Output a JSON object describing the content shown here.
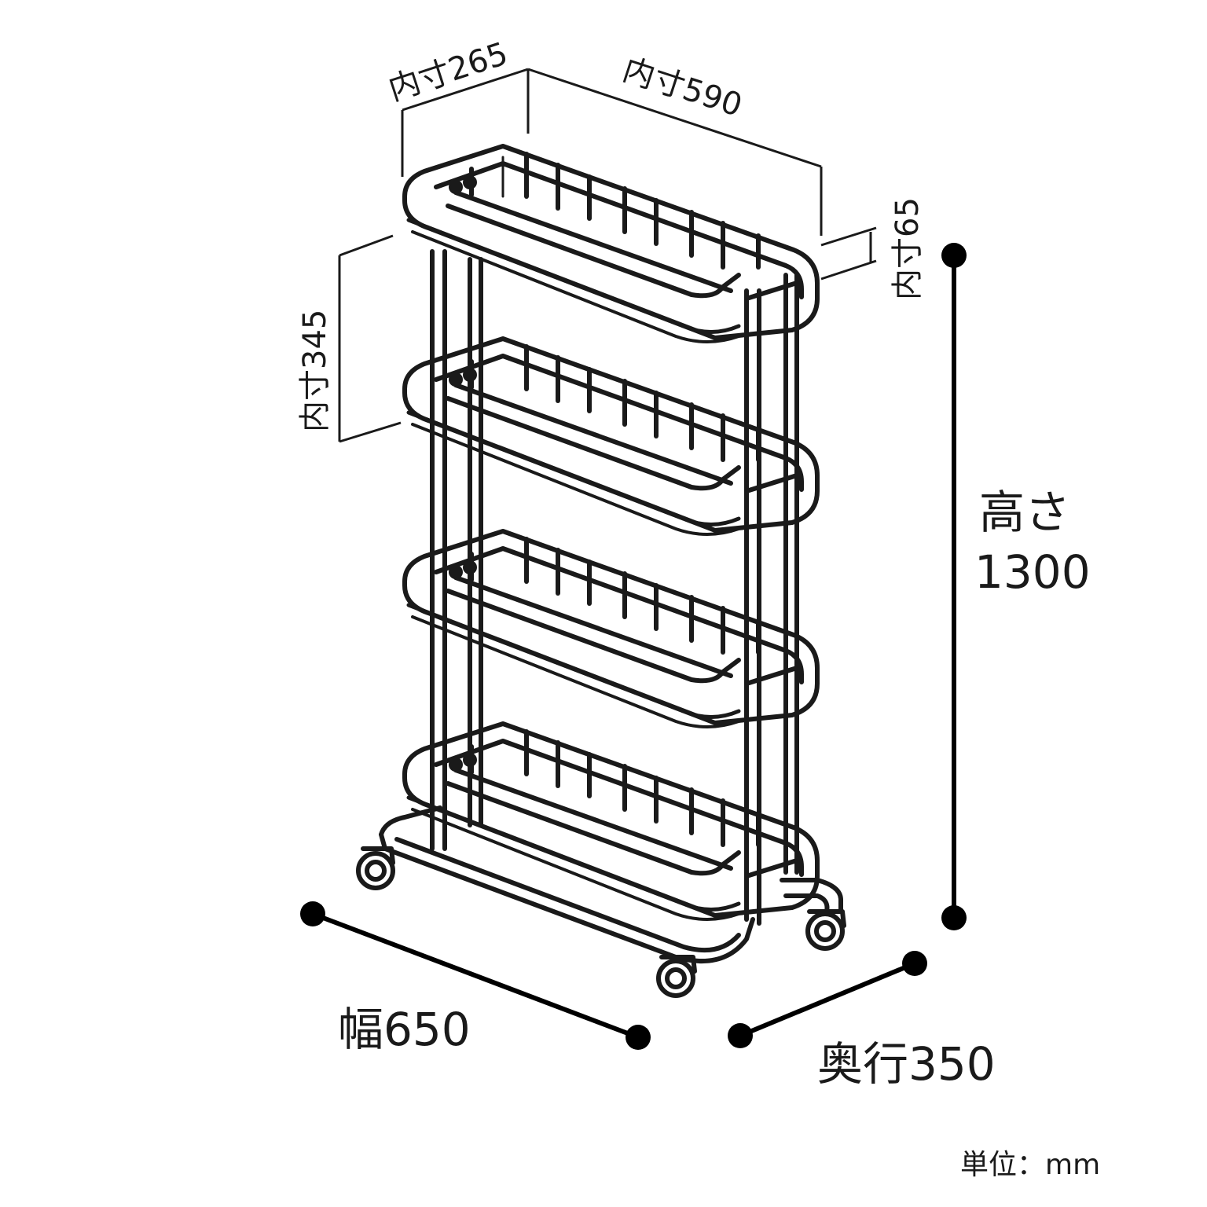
{
  "dimensions": {
    "inner_depth": "内寸265",
    "inner_width": "内寸590",
    "inner_rim": "内寸65",
    "inner_pitch": "内寸345",
    "height_label": "高さ",
    "height_value": "1300",
    "width": "幅650",
    "depth": "奥行350"
  },
  "unit": "単位：mm",
  "colors": {
    "line": "#1a1a1a",
    "background": "#ffffff",
    "dot": "#000000"
  }
}
